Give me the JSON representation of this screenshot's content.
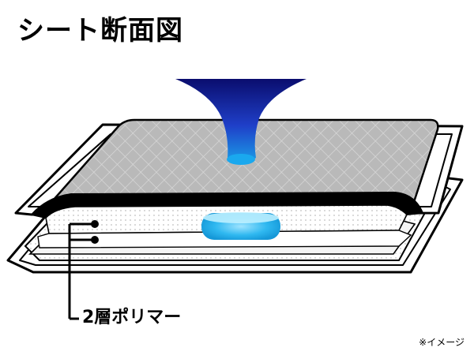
{
  "title": "シート断面図",
  "layer_label": "2層ポリマー",
  "note": "※イメージ",
  "colors": {
    "sheet_outline": "#000000",
    "top_layer_fill": "#b9b9b9",
    "mesh_line": "#d9d9d9",
    "dark_band": "#000000",
    "funnel_top": "#0a0d6e",
    "funnel_mid": "#1f3fc8",
    "funnel_bottom": "#1a9fe8",
    "absorbed_pool": "#2fb8f0",
    "background": "#ffffff"
  },
  "icons": {
    "liquid_funnel": "liquid-drop-funnel",
    "callout_dot": "callout-dot"
  }
}
